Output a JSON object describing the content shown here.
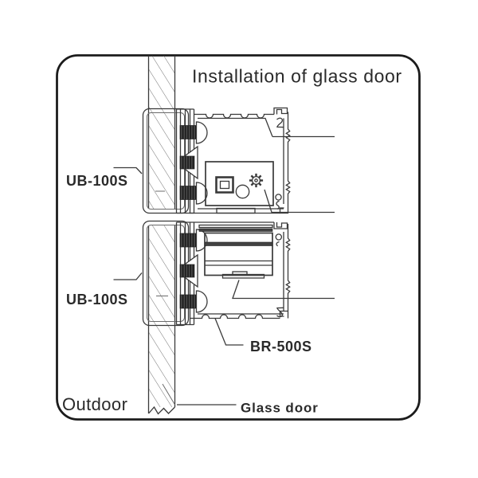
{
  "page": {
    "title": "Installation of glass door",
    "colors": {
      "line": "#3a3a3a",
      "text": "#2a2a2a",
      "hatch": "#6b6b6b",
      "dark_fill": "#424242",
      "frame": "#1c1c1c",
      "background": "#ffffff"
    }
  },
  "labels": {
    "clamp_top": "UB-100S",
    "clamp_bottom": "UB-100S",
    "rail_housing": "BR-500S",
    "glass_door": "Glass door",
    "outdoor": "Outdoor"
  },
  "icons": {
    "gear": "adjustment-gear"
  }
}
